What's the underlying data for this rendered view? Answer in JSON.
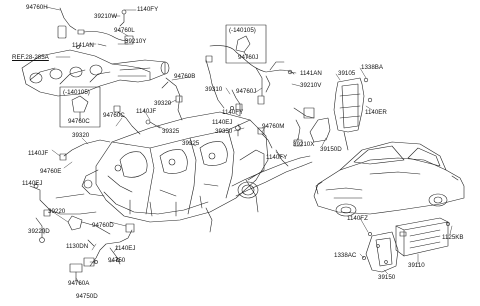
{
  "labels": {
    "p94760H": "94760H",
    "p39210W": "39210W",
    "p1140FY_a": "1140FY",
    "p94760L": "94760L",
    "p1141AN_a": "1141AN",
    "p39210Y": "39210Y",
    "ref": "REF.28-285A",
    "box1_date": "(-140105)",
    "box1_part": "94760J",
    "box2_date": "(-140105)",
    "box2_part": "94760C",
    "p1141AN_b": "1141AN",
    "p39210V": "39210V",
    "p94760B": "94760B",
    "p39310": "39310",
    "p94760J": "94760J",
    "p39105": "39105",
    "p1338BA": "1338BA",
    "p1140ER": "1140ER",
    "p1140FY_b": "1140FY",
    "p1140EJ_a": "1140EJ",
    "p39350": "39350",
    "p94760M": "94760M",
    "p39320": "39320",
    "p1140JF": "1140JF",
    "p39325_a": "39325",
    "p94760C": "94760C",
    "p39325_b": "39325",
    "p39150D": "39150D",
    "p39210X": "39210X",
    "p1140FY_c": "1140FY",
    "p39320_b": "39320",
    "p1140JF_b": "1140JF",
    "p94760E": "94760E",
    "p1140EJ_b": "1140EJ",
    "p39220": "39220",
    "p39220D": "39220D",
    "p94760D": "94760D",
    "p1140EJ_c": "1140EJ",
    "p1130DN": "1130DN",
    "p94750": "94750",
    "p94760A": "94760A",
    "p94750D": "94750D",
    "p1140FZ": "1140FZ",
    "p1125KB": "1125KB",
    "p1338AC": "1338AC",
    "p39110": "39110",
    "p39150": "39150"
  }
}
